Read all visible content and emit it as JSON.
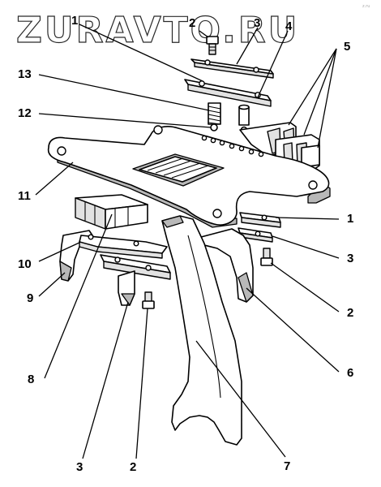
{
  "watermark": {
    "text": "ZURAVTO.RU",
    "corner_text": "z.ru"
  },
  "callouts": [
    {
      "id": "c1-top",
      "label": "1"
    },
    {
      "id": "c2-top",
      "label": "2"
    },
    {
      "id": "c3-top",
      "label": "3"
    },
    {
      "id": "c4",
      "label": "4"
    },
    {
      "id": "c5",
      "label": "5"
    },
    {
      "id": "c13",
      "label": "13"
    },
    {
      "id": "c12",
      "label": "12"
    },
    {
      "id": "c11",
      "label": "11"
    },
    {
      "id": "c1-right",
      "label": "1"
    },
    {
      "id": "c3-right",
      "label": "3"
    },
    {
      "id": "c10",
      "label": "10"
    },
    {
      "id": "c9",
      "label": "9"
    },
    {
      "id": "c2-right",
      "label": "2"
    },
    {
      "id": "c6",
      "label": "6"
    },
    {
      "id": "c8",
      "label": "8"
    },
    {
      "id": "c3-bottom",
      "label": "3"
    },
    {
      "id": "c2-bottom",
      "label": "2"
    },
    {
      "id": "c7",
      "label": "7"
    }
  ]
}
